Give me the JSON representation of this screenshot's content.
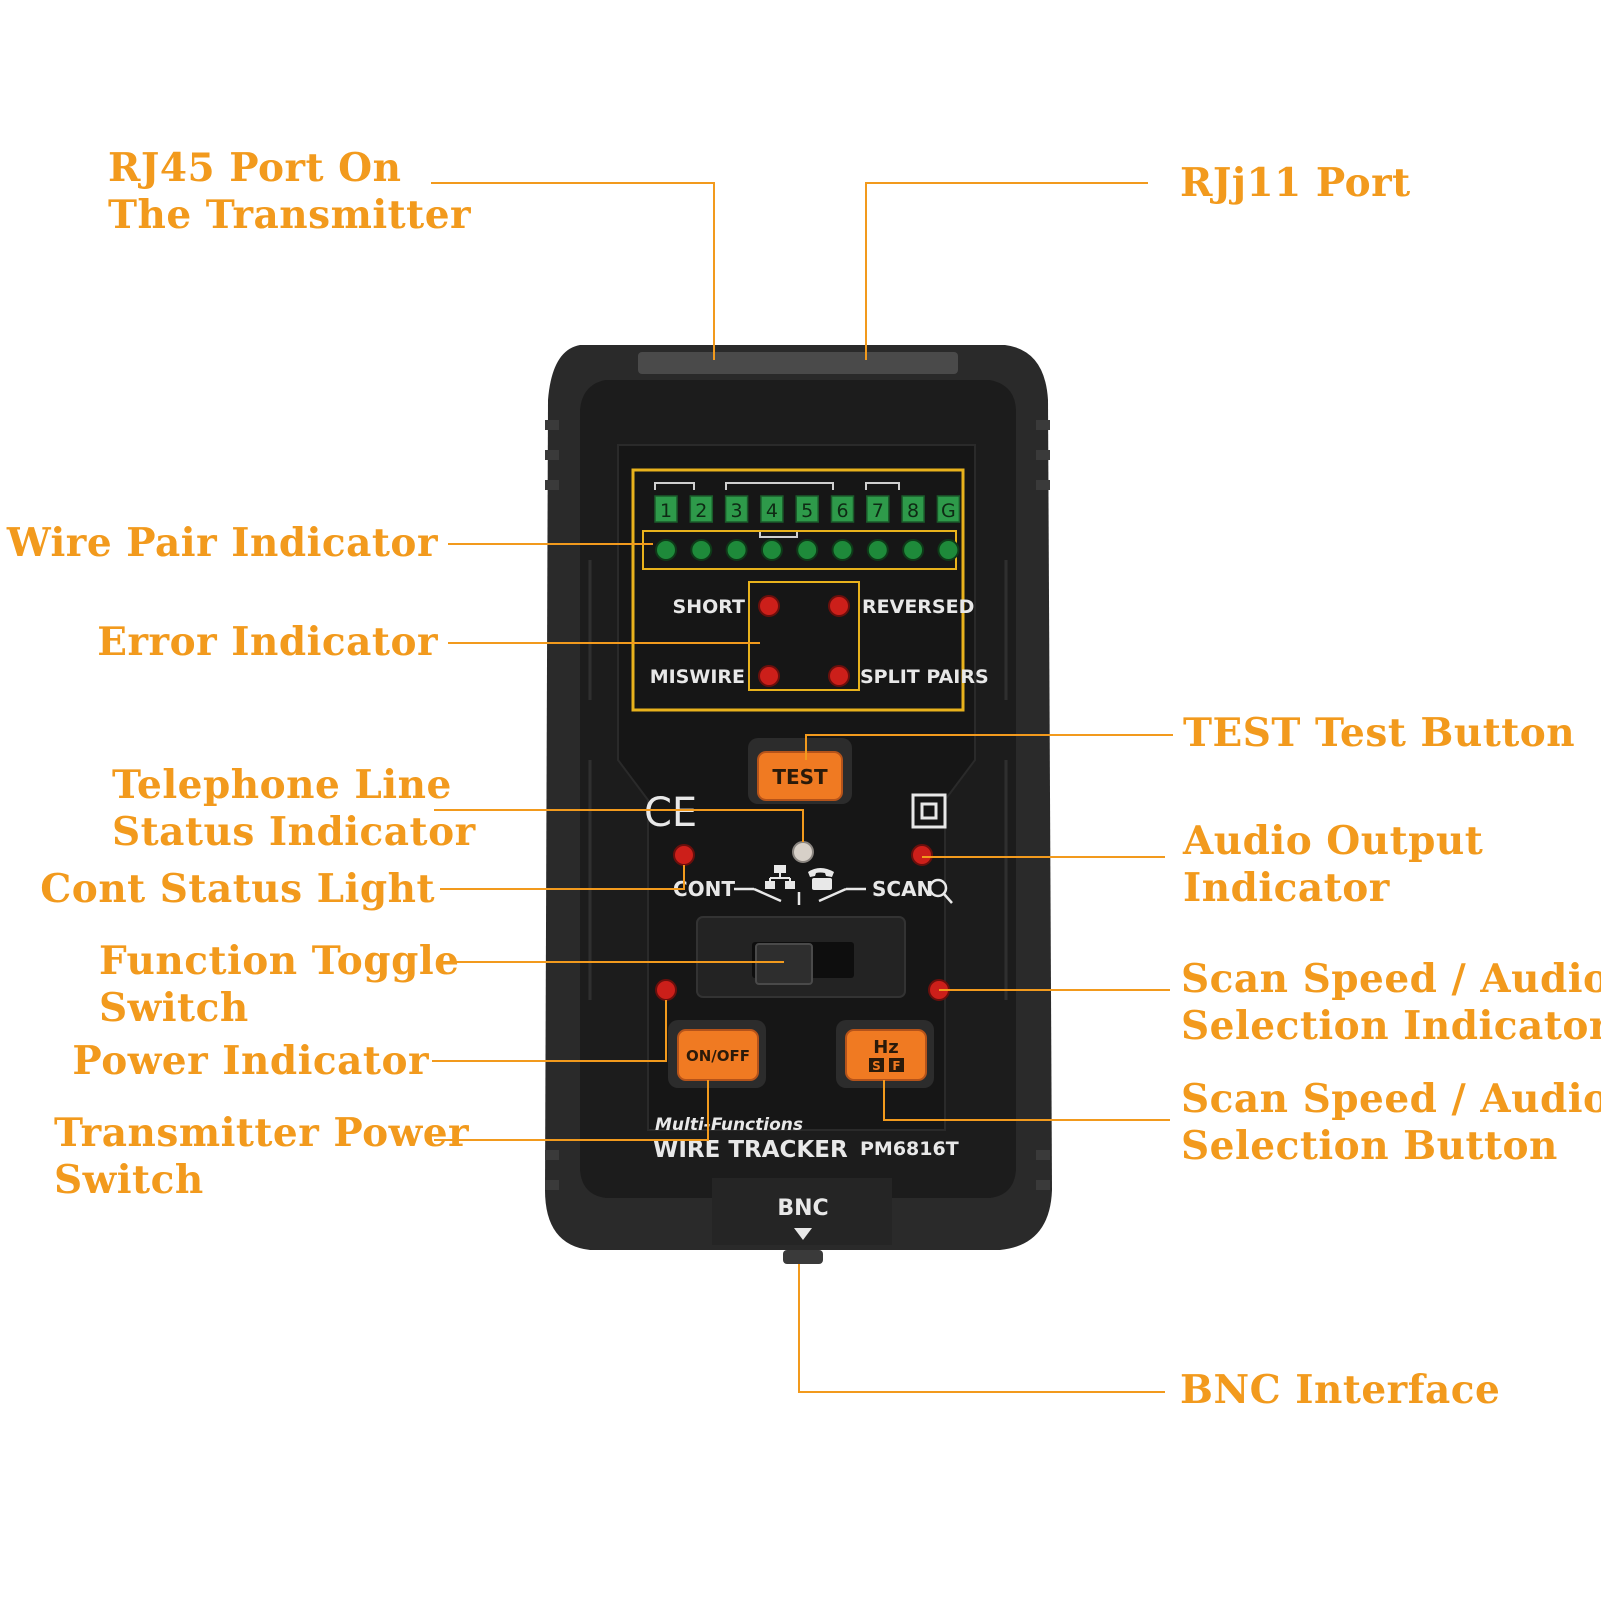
{
  "callouts": {
    "rj45": [
      "RJ45 Port On",
      "The Transmitter"
    ],
    "rj11": [
      "RJj11 Port"
    ],
    "wire_pair": [
      "Wire Pair Indicator"
    ],
    "error": [
      "Error Indicator"
    ],
    "test_button": [
      "TEST Test Button"
    ],
    "telephone": [
      "Telephone Line",
      "Status Indicator"
    ],
    "audio_output": [
      "Audio Output",
      "Indicator"
    ],
    "cont": [
      "Cont Status Light"
    ],
    "toggle": [
      "Function Toggle",
      "Switch"
    ],
    "scan_indicator": [
      "Scan Speed / Audio",
      "Selection Indicator"
    ],
    "power_indicator": [
      "Power Indicator"
    ],
    "scan_button": [
      "Scan Speed / Audio",
      "Selection Button"
    ],
    "power_switch": [
      "Transmitter Power",
      "Switch"
    ],
    "bnc": [
      "BNC Interface"
    ]
  },
  "device": {
    "pins": [
      "1",
      "2",
      "3",
      "4",
      "5",
      "6",
      "7",
      "8",
      "G"
    ],
    "short": "SHORT",
    "reversed": "REVERSED",
    "miswire": "MISWIRE",
    "split_pairs": "SPLIT PAIRS",
    "test": "TEST",
    "ce": "CE",
    "cont": "CONT",
    "scan": "SCAN",
    "onoff": "ON/OFF",
    "hz": "Hz",
    "s": "S",
    "f": "F",
    "brand_line1": "Multi-Functions",
    "brand_line2": "WIRE TRACKER",
    "model": "PM6816T",
    "bnc": "BNC"
  },
  "colors": {
    "accent": "#f29a1d",
    "body": "#1c1c1c",
    "panel_border": "#e8b21c",
    "pin_green": "#2e9a4a",
    "button_orange": "#f07a22",
    "led_red": "#cc1f1a"
  }
}
